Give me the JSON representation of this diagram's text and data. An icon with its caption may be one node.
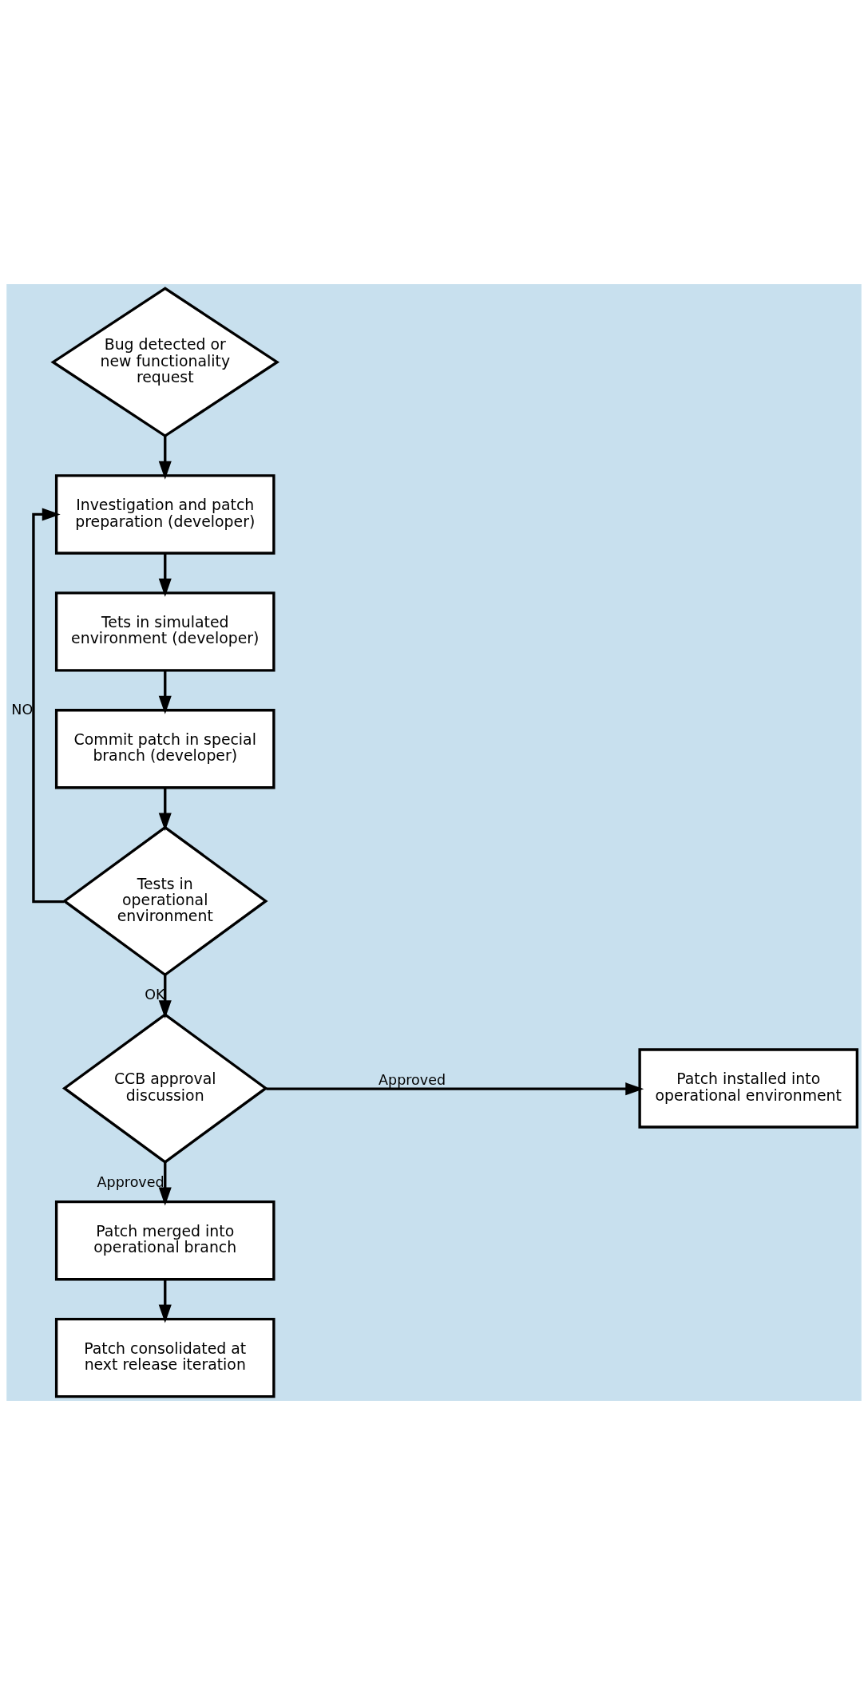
{
  "diagram": {
    "nodes": [
      {
        "text": [
          "Bug detected or new functionality request"
        ]
      },
      {
        "text": [
          "Investigation and patch preparation (developer)"
        ]
      },
      {
        "text": [
          "Tets in simulated environment (developer)"
        ]
      },
      {
        "text": [
          "Commit patch in special branch (developer)"
        ]
      },
      {
        "text": [
          "Tests in operational environment"
        ]
      },
      {
        "text": [
          "CCB approval discussion"
        ]
      },
      {
        "text": [
          "Patch installed into operational environment"
        ]
      },
      {
        "text": [
          "Patch merged into operational branch"
        ]
      },
      {
        "text": [
          "Patch consolidated at next release iteration"
        ]
      }
    ],
    "edges": [
      {
        "from": 0,
        "to": 1,
        "arrow": "to"
      },
      {
        "from": 1,
        "to": 2,
        "arrow": "to"
      },
      {
        "from": 2,
        "to": 3,
        "arrow": "to"
      },
      {
        "from": 3,
        "to": 4,
        "arrow": "to"
      },
      {
        "from": 4,
        "to": 1,
        "arrow": "to",
        "label": "NO"
      },
      {
        "from": 4,
        "to": 5,
        "arrow": "to",
        "label": "OK"
      },
      {
        "from": 5,
        "to": 6,
        "arrow": "to",
        "label": "Approved"
      },
      {
        "from": 5,
        "to": 7,
        "arrow": "to",
        "label": "Approved"
      },
      {
        "from": 7,
        "to": 8,
        "arrow": "to"
      }
    ]
  }
}
